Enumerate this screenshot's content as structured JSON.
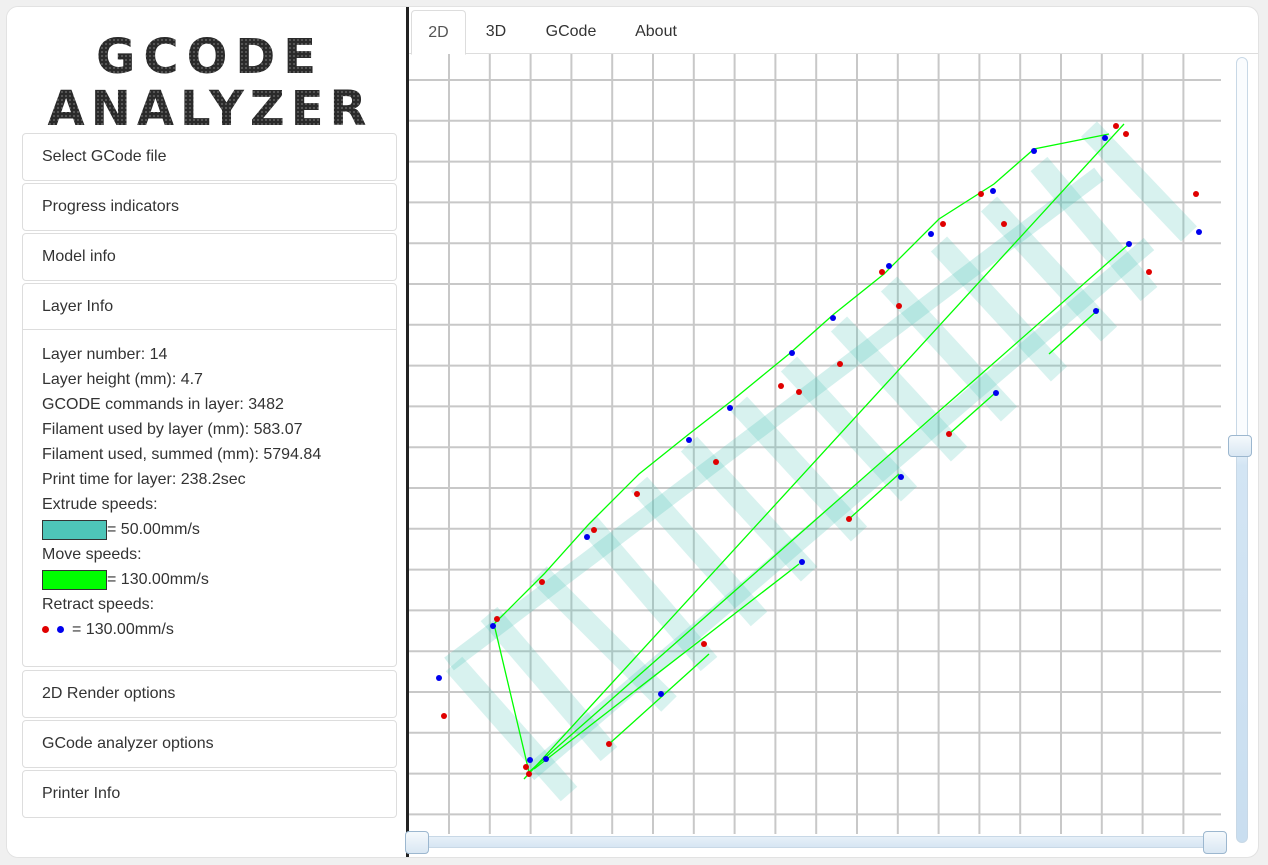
{
  "logo": {
    "line1": "GCODE",
    "line2": "ANALYZER"
  },
  "sidebar": {
    "panels": [
      {
        "label": "Select GCode file"
      },
      {
        "label": "Progress indicators"
      },
      {
        "label": "Model info"
      },
      {
        "label": "Layer Info"
      },
      {
        "label": "2D Render options"
      },
      {
        "label": "GCode analyzer options"
      },
      {
        "label": "Printer Info"
      }
    ],
    "layer_info": {
      "layer_number": "Layer number: 14",
      "layer_height": "Layer height (mm): 4.7",
      "gcode_commands": "GCODE commands in layer: 3482",
      "filament_layer": "Filament used by layer (mm): 583.07",
      "filament_summed": "Filament used, summed (mm): 5794.84",
      "print_time": "Print time for layer: 238.2sec",
      "extrude_label": "Extrude speeds:",
      "extrude_value": "= 50.00mm/s",
      "extrude_color": "#4ec5b8",
      "move_label": "Move speeds:",
      "move_value": "= 130.00mm/s",
      "move_color": "#00ff00",
      "retract_label": "Retract speeds:",
      "retract_value": "= 130.00mm/s",
      "retract_colors": [
        "#e00000",
        "#0000ee"
      ]
    }
  },
  "tabs": [
    {
      "label": "2D",
      "active": true
    },
    {
      "label": "3D",
      "active": false
    },
    {
      "label": "GCode",
      "active": false
    },
    {
      "label": "About",
      "active": false
    }
  ],
  "sliders": {
    "layer_value": 14,
    "layer_max": 28,
    "range_start_fraction": 0.0,
    "range_end_fraction": 1.0
  }
}
